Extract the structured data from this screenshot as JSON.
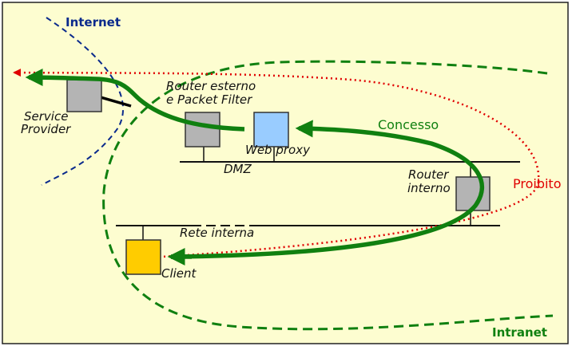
{
  "labels": {
    "internet": "Internet",
    "intranet": "Intranet",
    "service_provider_line1": "Service",
    "service_provider_line2": "Provider",
    "router_esterno_line1": "Router esterno",
    "router_esterno_line2": "e Packet Filter",
    "web_proxy": "Web proxy",
    "dmz": "DMZ",
    "router_interno_line1": "Router",
    "router_interno_line2": "interno",
    "rete_interna": "Rete interna",
    "client": "Client",
    "concesso": "Concesso",
    "proibito": "Proibito"
  },
  "colors": {
    "background": "#fdfdd0",
    "internet_boundary": "#0a2a8c",
    "intranet_boundary": "#108010",
    "allowed_path": "#108010",
    "forbidden_path": "#e00000",
    "router_box": "#b4b4b4",
    "web_proxy_box": "#99ccff",
    "client_box": "#ffcc00",
    "internet_text": "#0a2a8c",
    "intranet_text": "#108010",
    "concesso_text": "#108010",
    "proibito_text": "#e00000"
  }
}
